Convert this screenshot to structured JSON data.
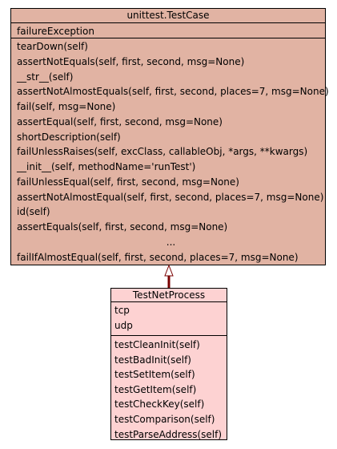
{
  "colors": {
    "parent_fill": "#e1b3a3",
    "child_fill": "#fdd2d2",
    "border": "#000000",
    "connector": "#7a0000"
  },
  "parent_class": {
    "name": "unittest.TestCase",
    "attributes": [
      "failureException"
    ],
    "operations": [
      "tearDown(self)",
      "assertNotEquals(self, first, second, msg=None)",
      "__str__(self)",
      "assertNotAlmostEquals(self, first, second, places=7, msg=None)",
      "fail(self, msg=None)",
      "assertEqual(self, first, second, msg=None)",
      "shortDescription(self)",
      "failUnlessRaises(self, excClass, callableObj, *args, **kwargs)",
      "__init__(self, methodName='runTest')",
      "failUnlessEqual(self, first, second, msg=None)",
      "assertNotAlmostEqual(self, first, second, places=7, msg=None)",
      "id(self)",
      "assertEquals(self, first, second, msg=None)",
      "...",
      "failIfAlmostEqual(self, first, second, places=7, msg=None)"
    ]
  },
  "child_class": {
    "name": "TestNetProcess",
    "attributes": [
      "tcp",
      "udp"
    ],
    "operations": [
      "testCleanInit(self)",
      "testBadInit(self)",
      "testSetItem(self)",
      "testGetItem(self)",
      "testCheckKey(self)",
      "testComparison(self)",
      "testParseAddress(self)"
    ]
  },
  "relationship": {
    "type": "generalization",
    "arrow_icon": "hollow-triangle-arrow-icon"
  }
}
